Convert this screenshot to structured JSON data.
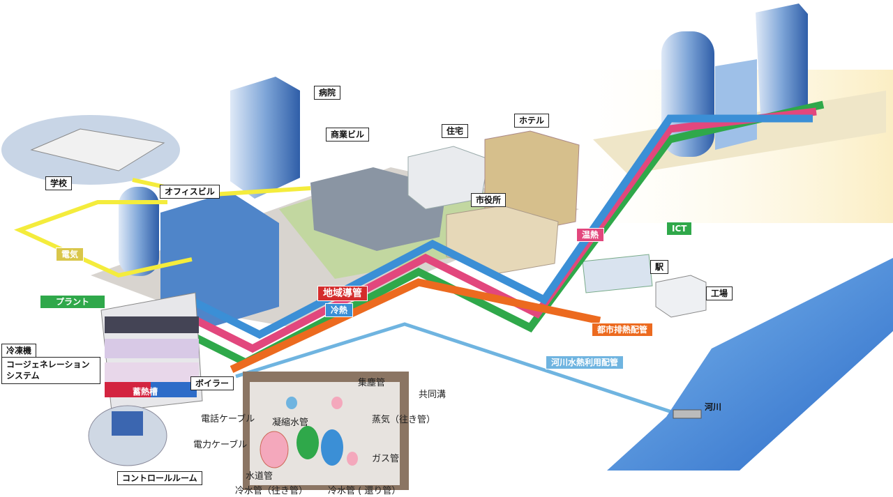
{
  "labels": {
    "hospital": "病院",
    "commercial_building": "商業ビル",
    "housing": "住宅",
    "hotel": "ホテル",
    "school": "学校",
    "office_building": "オフィスビル",
    "city_hall": "市役所",
    "electricity": "電気",
    "plant": "プラント",
    "district_pipe": "地域導管",
    "cold_heat": "冷熱",
    "warm_heat": "温熱",
    "ict": "ICT",
    "station": "駅",
    "factory": "工場",
    "urban_waste_heat_pipe": "都市排熱配管",
    "river_water_heat_pipe": "河川水熱利用配管",
    "river": "河川",
    "refrigerator": "冷凍機",
    "cogeneration_system": "コージェネレーションシステム",
    "boiler": "ボイラー",
    "heat_storage_tank": "蓄熱槽",
    "control_room": "コントロールルーム",
    "dust_collection_pipe": "集塵管",
    "utility_tunnel": "共同溝",
    "telephone_cable": "電話ケーブル",
    "condensate_pipe": "凝縮水管",
    "steam_pipe": "蒸気（往き管）",
    "power_cable": "電力ケーブル",
    "gas_pipe": "ガス管",
    "water_pipe": "水道管",
    "chilled_water_supply": "冷水管（往き管）",
    "chilled_water_return": "冷水管 ( 還り管）"
  },
  "colors": {
    "electricity": "#f4ec3c",
    "plant": "#2fa84a",
    "warm_heat": "#e2477d",
    "cold_heat": "#3b8fd6",
    "district_pipe": "#d42c2c",
    "ict": "#2fa84a",
    "urban_waste_heat": "#ec6a1f",
    "river_water": "#6fb4e0",
    "river": "#3d7fd0"
  }
}
